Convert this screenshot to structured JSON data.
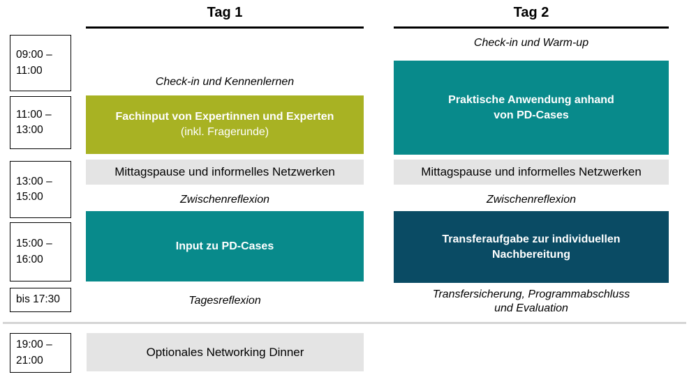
{
  "colors": {
    "green": "#A8B223",
    "teal": "#088A8B",
    "darkblue": "#0A4B64",
    "lightgray": "#E4E4E4",
    "divider": "#D4D4D4"
  },
  "time_slots": [
    {
      "label": "09:00 –\n11:00"
    },
    {
      "label": "11:00 –\n13:00"
    },
    {
      "label": "13:00 –\n15:00"
    },
    {
      "label": "15:00 –\n16:00"
    },
    {
      "label": "bis 17:30"
    },
    {
      "label": "19:00 –\n21:00"
    }
  ],
  "day1": {
    "title": "Tag 1",
    "checkin": "Check-in und Kennenlernen",
    "expert_input": {
      "line1": "Fachinput von Expertinnen und Experten",
      "line2": "(inkl. Fragerunde)"
    },
    "lunch": "Mittagspause und informelles Netzwerken",
    "midday_reflection": "Zwischenreflexion",
    "pd_cases_input": "Input zu PD-Cases",
    "day_reflection": "Tagesreflexion",
    "dinner": "Optionales Networking Dinner"
  },
  "day2": {
    "title": "Tag 2",
    "checkin": "Check-in und Warm-up",
    "practical_application": "Praktische Anwendung anhand\nvon PD-Cases",
    "lunch": "Mittagspause und informelles Netzwerken",
    "midday_reflection": "Zwischenreflexion",
    "transfer_task": "Transferaufgabe zur individuellen\nNachbereitung",
    "closing": "Transfersicherung, Programmabschluss\nund Evaluation"
  }
}
